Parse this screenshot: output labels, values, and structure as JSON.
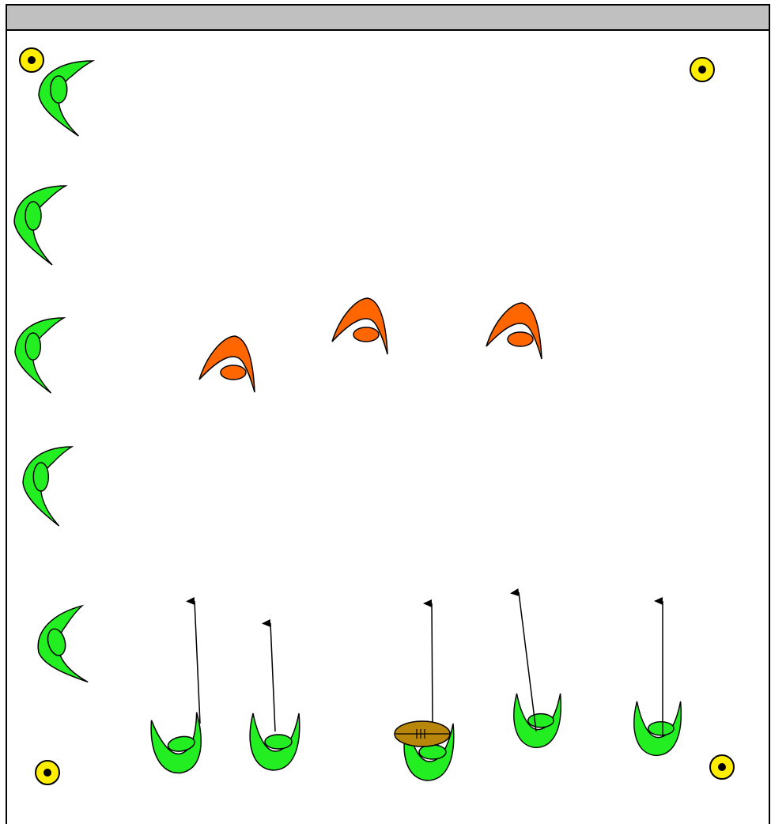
{
  "title": "",
  "colors": {
    "attacker": "#22ee22",
    "defender": "#ff6600",
    "cone": "#ffee00",
    "ball": "#b8860b",
    "outline": "#000000",
    "title_bar": "#c0c0c0"
  },
  "legend": {
    "attacker": "green-player-icon",
    "defender": "orange-player-icon",
    "cone": "yellow-cone-icon",
    "ball": "rugby-ball-icon",
    "arrow": "run-line-arrow"
  },
  "counts": {
    "green_players": 10,
    "orange_players": 3,
    "cones": 4,
    "balls": 1,
    "arrows": 5
  }
}
